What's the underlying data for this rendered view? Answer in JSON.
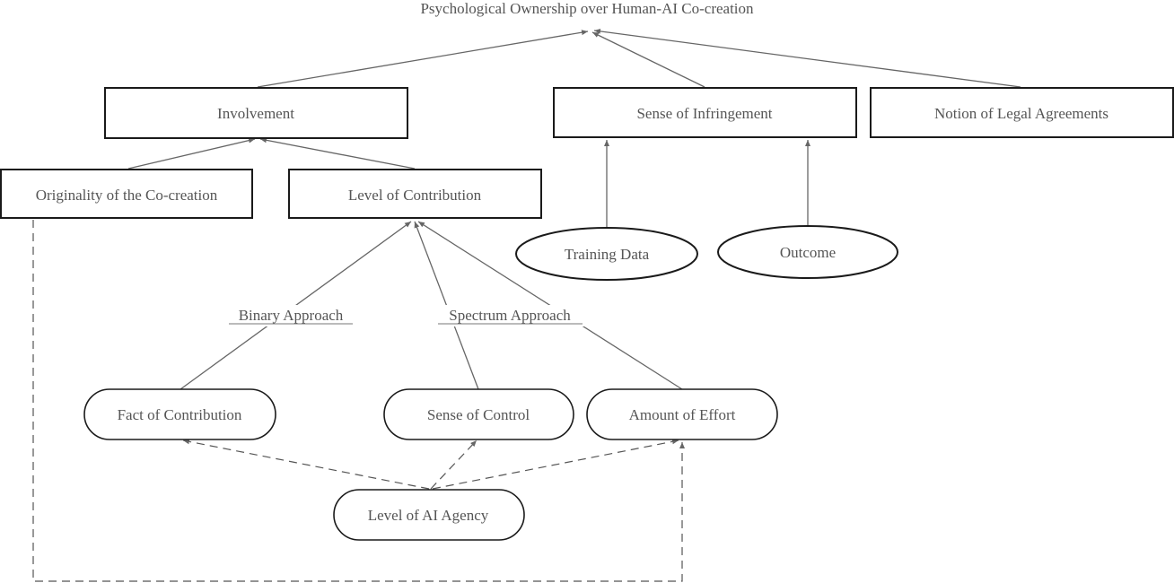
{
  "diagram": {
    "root": {
      "label": "Psychological Ownership over Human-AI Co-creation"
    },
    "nodes": {
      "involvement": "Involvement",
      "infringement": "Sense of Infringement",
      "legal": "Notion of Legal Agreements",
      "originality": "Originality of the Co-creation",
      "contribution": "Level of Contribution",
      "training": "Training Data",
      "outcome": "Outcome",
      "fact": "Fact of Contribution",
      "control": "Sense of Control",
      "effort": "Amount of Effort",
      "agency": "Level of AI Agency"
    },
    "edge_labels": {
      "binary": "Binary Approach",
      "spectrum": "Spectrum Approach"
    },
    "colors": {
      "text": "#555555",
      "border": "#1a1a1a",
      "edge": "#666666"
    }
  }
}
